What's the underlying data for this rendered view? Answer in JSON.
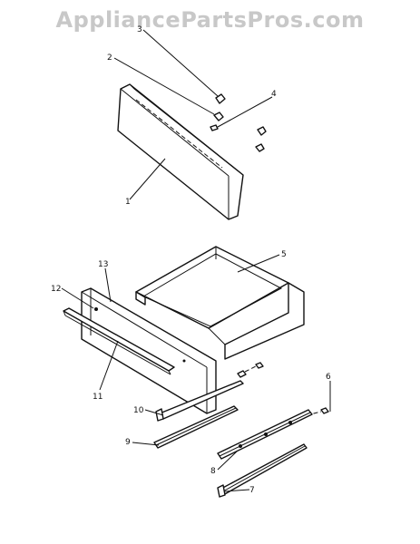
{
  "watermark": "AppliancePartsPros.com",
  "callouts": {
    "c1": "1",
    "c2": "2",
    "c3": "3",
    "c4": "4",
    "c5": "5",
    "c6": "6",
    "c7": "7",
    "c8": "8",
    "c9": "9",
    "c10": "10",
    "c11": "11",
    "c12": "12",
    "c13": "13"
  }
}
